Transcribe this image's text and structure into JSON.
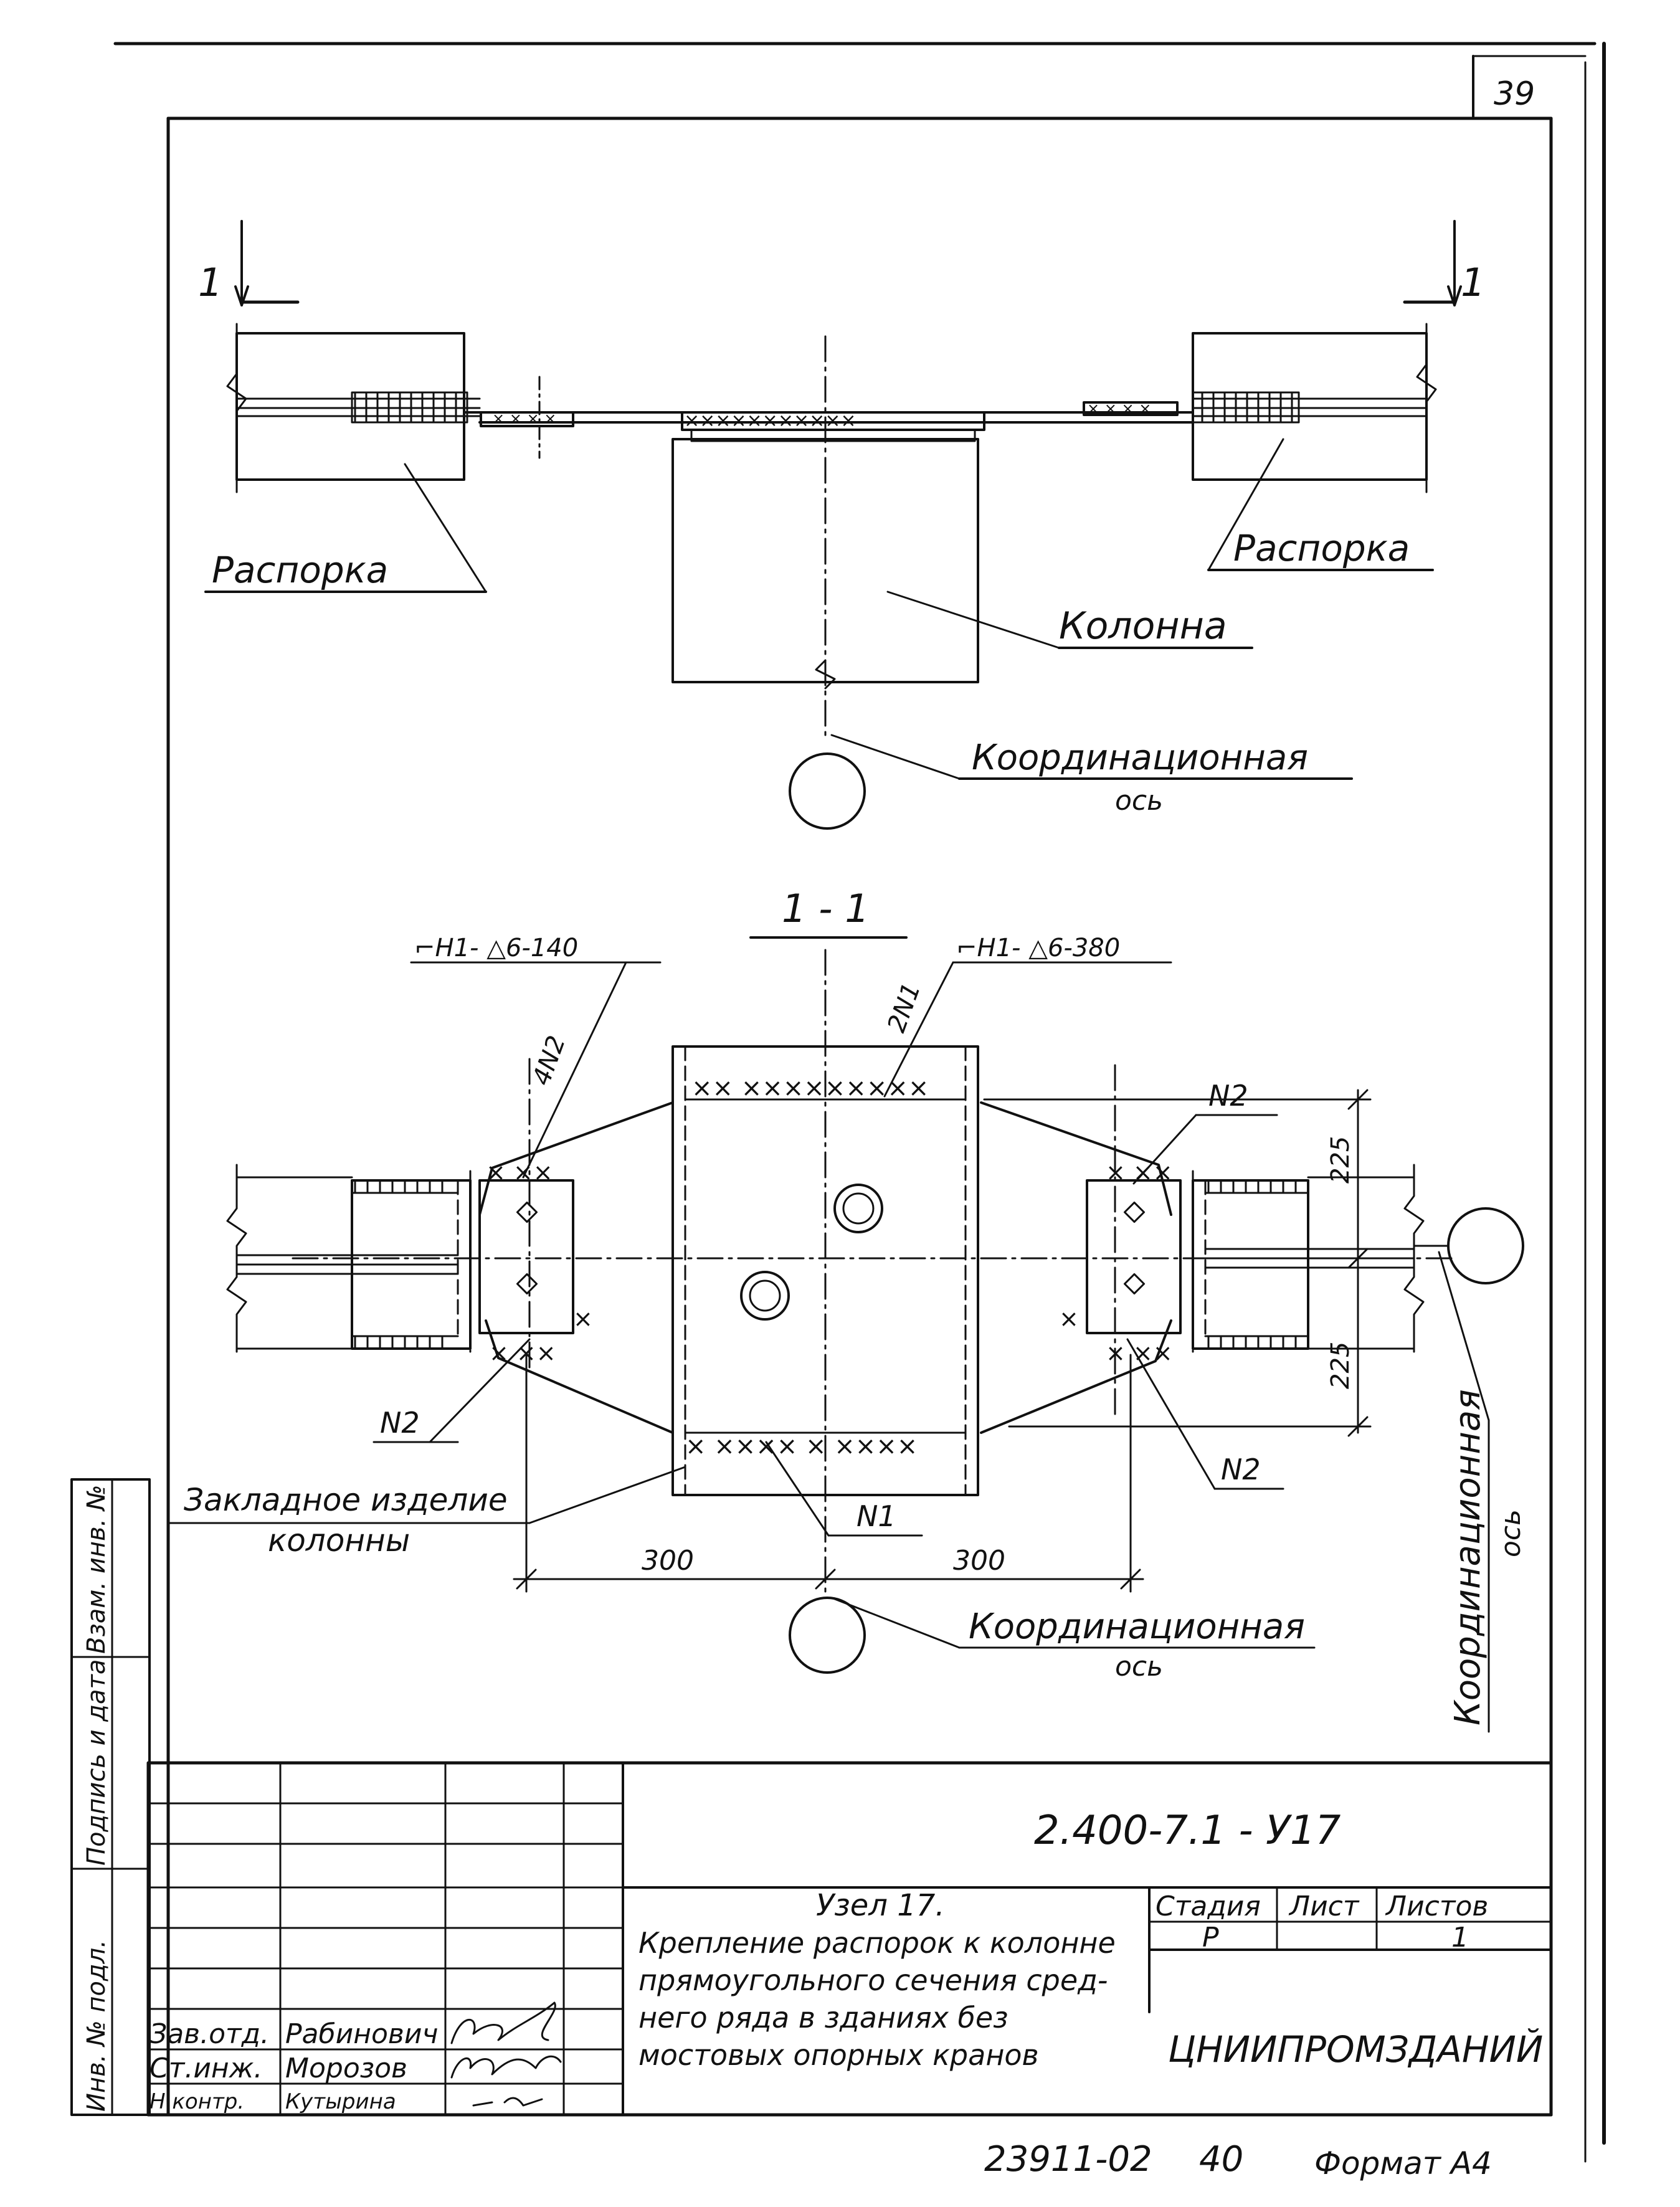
{
  "sheet": {
    "page_number": "39",
    "format_note": "Формат А4",
    "archive_number": "23911-02",
    "archive_copy": "40"
  },
  "top_view": {
    "section_mark_left": "1",
    "section_mark_right": "1",
    "label_strut_left": "Распорка",
    "label_strut_right": "Распорка",
    "label_column": "Колонна",
    "label_axis_line1": "Координационная",
    "label_axis_line2": "ось"
  },
  "section_view": {
    "title": "1 - 1",
    "weld_left": "⌐Н1- △6-140",
    "weld_right": "⌐Н1- △6-380",
    "mark_4n2": "4N2",
    "mark_2n1": "2N1",
    "mark_n2_top_right": "N2",
    "mark_n2_bottom_left": "N2",
    "mark_n2_bottom_right": "N2",
    "mark_n1": "N1",
    "dim_upper": "225",
    "dim_lower": "225",
    "dim_left": "300",
    "dim_right": "300",
    "label_embedded_line1": "Закладное изделие",
    "label_embedded_line2": "колонны",
    "label_axis_bottom_line1": "Координационная",
    "label_axis_bottom_line2": "ось",
    "label_axis_right_line1": "Координационная",
    "label_axis_right_line2": "ось"
  },
  "left_strip": {
    "items": [
      "Инв. № подл.",
      "Подпись и дата",
      "Взам. инв. №"
    ]
  },
  "title_block": {
    "designation": "2.400-7.1 - У17",
    "title_line1": "Узел 17.",
    "title_line2": "Крепление распорок к колонне",
    "title_line3": "прямоугольного сечения сред-",
    "title_line4": "него ряда в зданиях без",
    "title_line5": "мостовых опорных кранов",
    "stage_header": "Стадия",
    "sheet_header": "Лист",
    "sheets_header": "Листов",
    "stage_value": "Р",
    "sheet_value": "",
    "sheets_value": "1",
    "organization": "ЦНИИПРОМЗДАНИЙ",
    "roles": [
      {
        "role": "Зав.отд.",
        "name": "Рабинович"
      },
      {
        "role": "Ст.инж.",
        "name": "Морозов"
      },
      {
        "role": "Н.контр.",
        "name": "Кутырина"
      }
    ]
  }
}
